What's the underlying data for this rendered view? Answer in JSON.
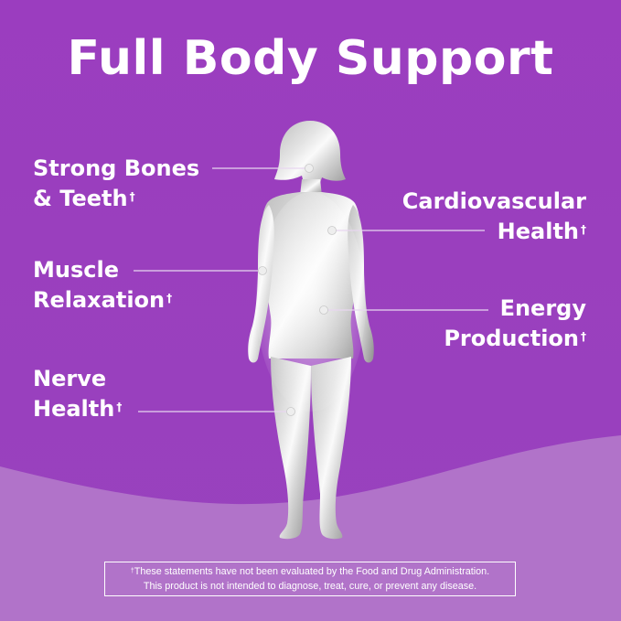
{
  "title": "Full Body Support",
  "dagger": "†",
  "labels": {
    "bones": {
      "line1": "Strong Bones",
      "line2": "& Teeth"
    },
    "cardio": {
      "line1": "Cardiovascular",
      "line2": "Health"
    },
    "muscle": {
      "line1": "Muscle",
      "line2": "Relaxation"
    },
    "energy": {
      "line1": "Energy",
      "line2": "Production"
    },
    "nerve": {
      "line1": "Nerve",
      "line2": "Health"
    }
  },
  "disclaimer": {
    "line1": "These statements have not been evaluated by the Food and Drug Administration.",
    "line2": "This product is not intended to diagnose, treat, cure, or prevent any disease."
  },
  "colors": {
    "background": "#9b3dbf",
    "wave": "#b274c9",
    "figure_light": "#f3f3f3",
    "figure_dark": "#9e9e9e",
    "text": "#ffffff"
  }
}
